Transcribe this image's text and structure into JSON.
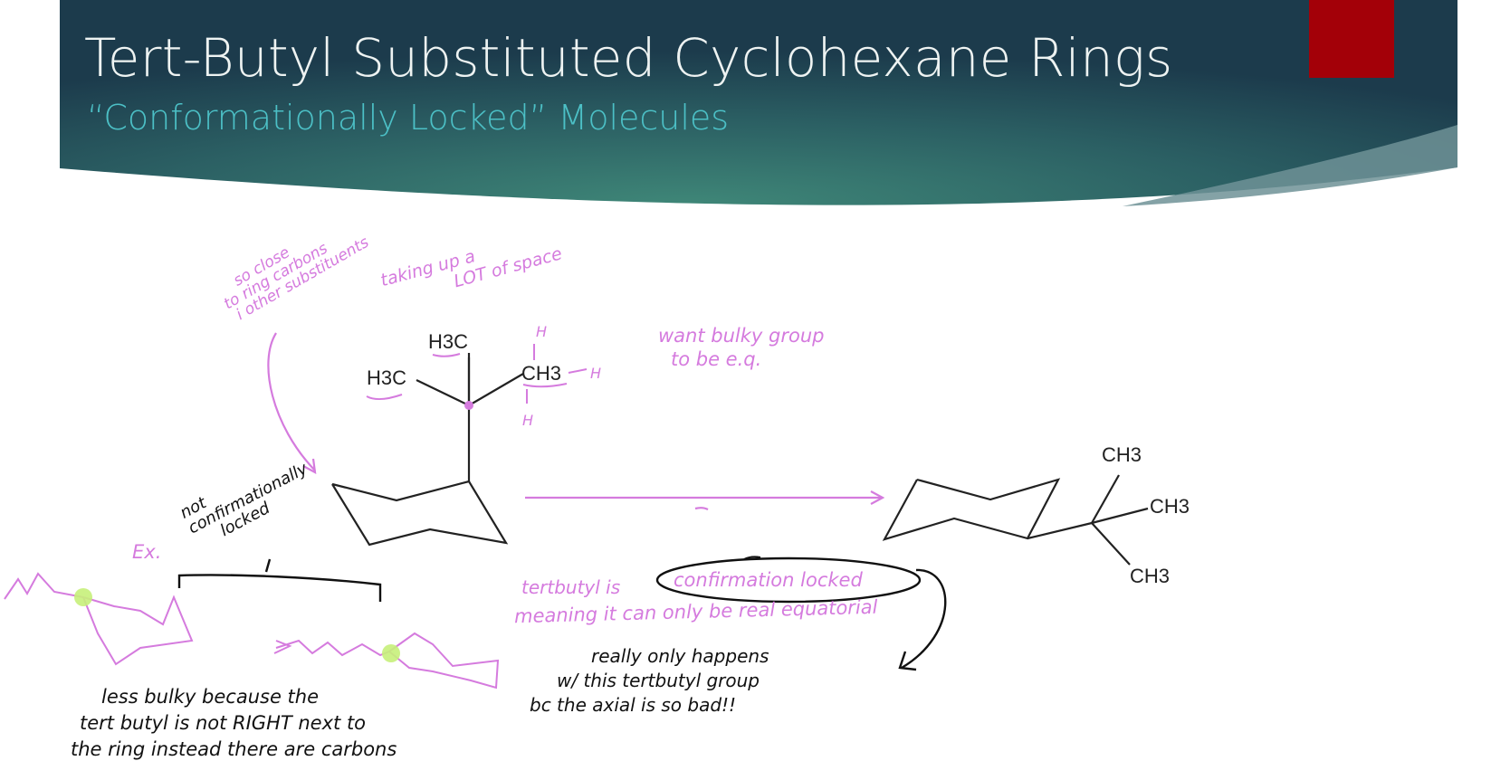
{
  "slide": {
    "title": "Tert-Butyl Substituted Cyclohexane Rings",
    "subtitle": "“Conformationally Locked” Molecules",
    "colors": {
      "header_dark": "#1e3f4c",
      "header_teal": "#3e8578",
      "accent_red": "#a30008",
      "annotation_pink": "#d57bde",
      "highlight_green": "#c6ef7a"
    }
  },
  "structure_left": {
    "labels": {
      "methyl_top": "H3C",
      "methyl_left": "H3C",
      "methyl_right": "CH3",
      "h_top": "H",
      "h_right": "H",
      "h_bottom": "H"
    }
  },
  "structure_right": {
    "labels": {
      "ch3_top": "CH3",
      "ch3_mid": "CH3",
      "ch3_bottom": "CH3"
    }
  },
  "annotations": {
    "so_close": [
      "so close",
      "to ring carbons",
      "i other substituents"
    ],
    "taking_up": [
      "taking up a",
      "LOT of space"
    ],
    "want_bulky": [
      "want bulky group",
      "to be e.q."
    ],
    "not_locked": [
      "not",
      "confirmationally",
      "locked"
    ],
    "ex": "Ex.",
    "tertbutyl_is": "tertbutyl is",
    "confirmation_locked": "confirmation locked",
    "meaning": "meaning it can only be real equatorial",
    "really_only": [
      "really only happens",
      "w/ this tertbutyl group",
      "bc the axial is so bad!!"
    ],
    "less_bulky": [
      "less  bulky because the",
      "tert butyl is not RIGHT next to",
      "the ring  instead there are carbons"
    ]
  }
}
